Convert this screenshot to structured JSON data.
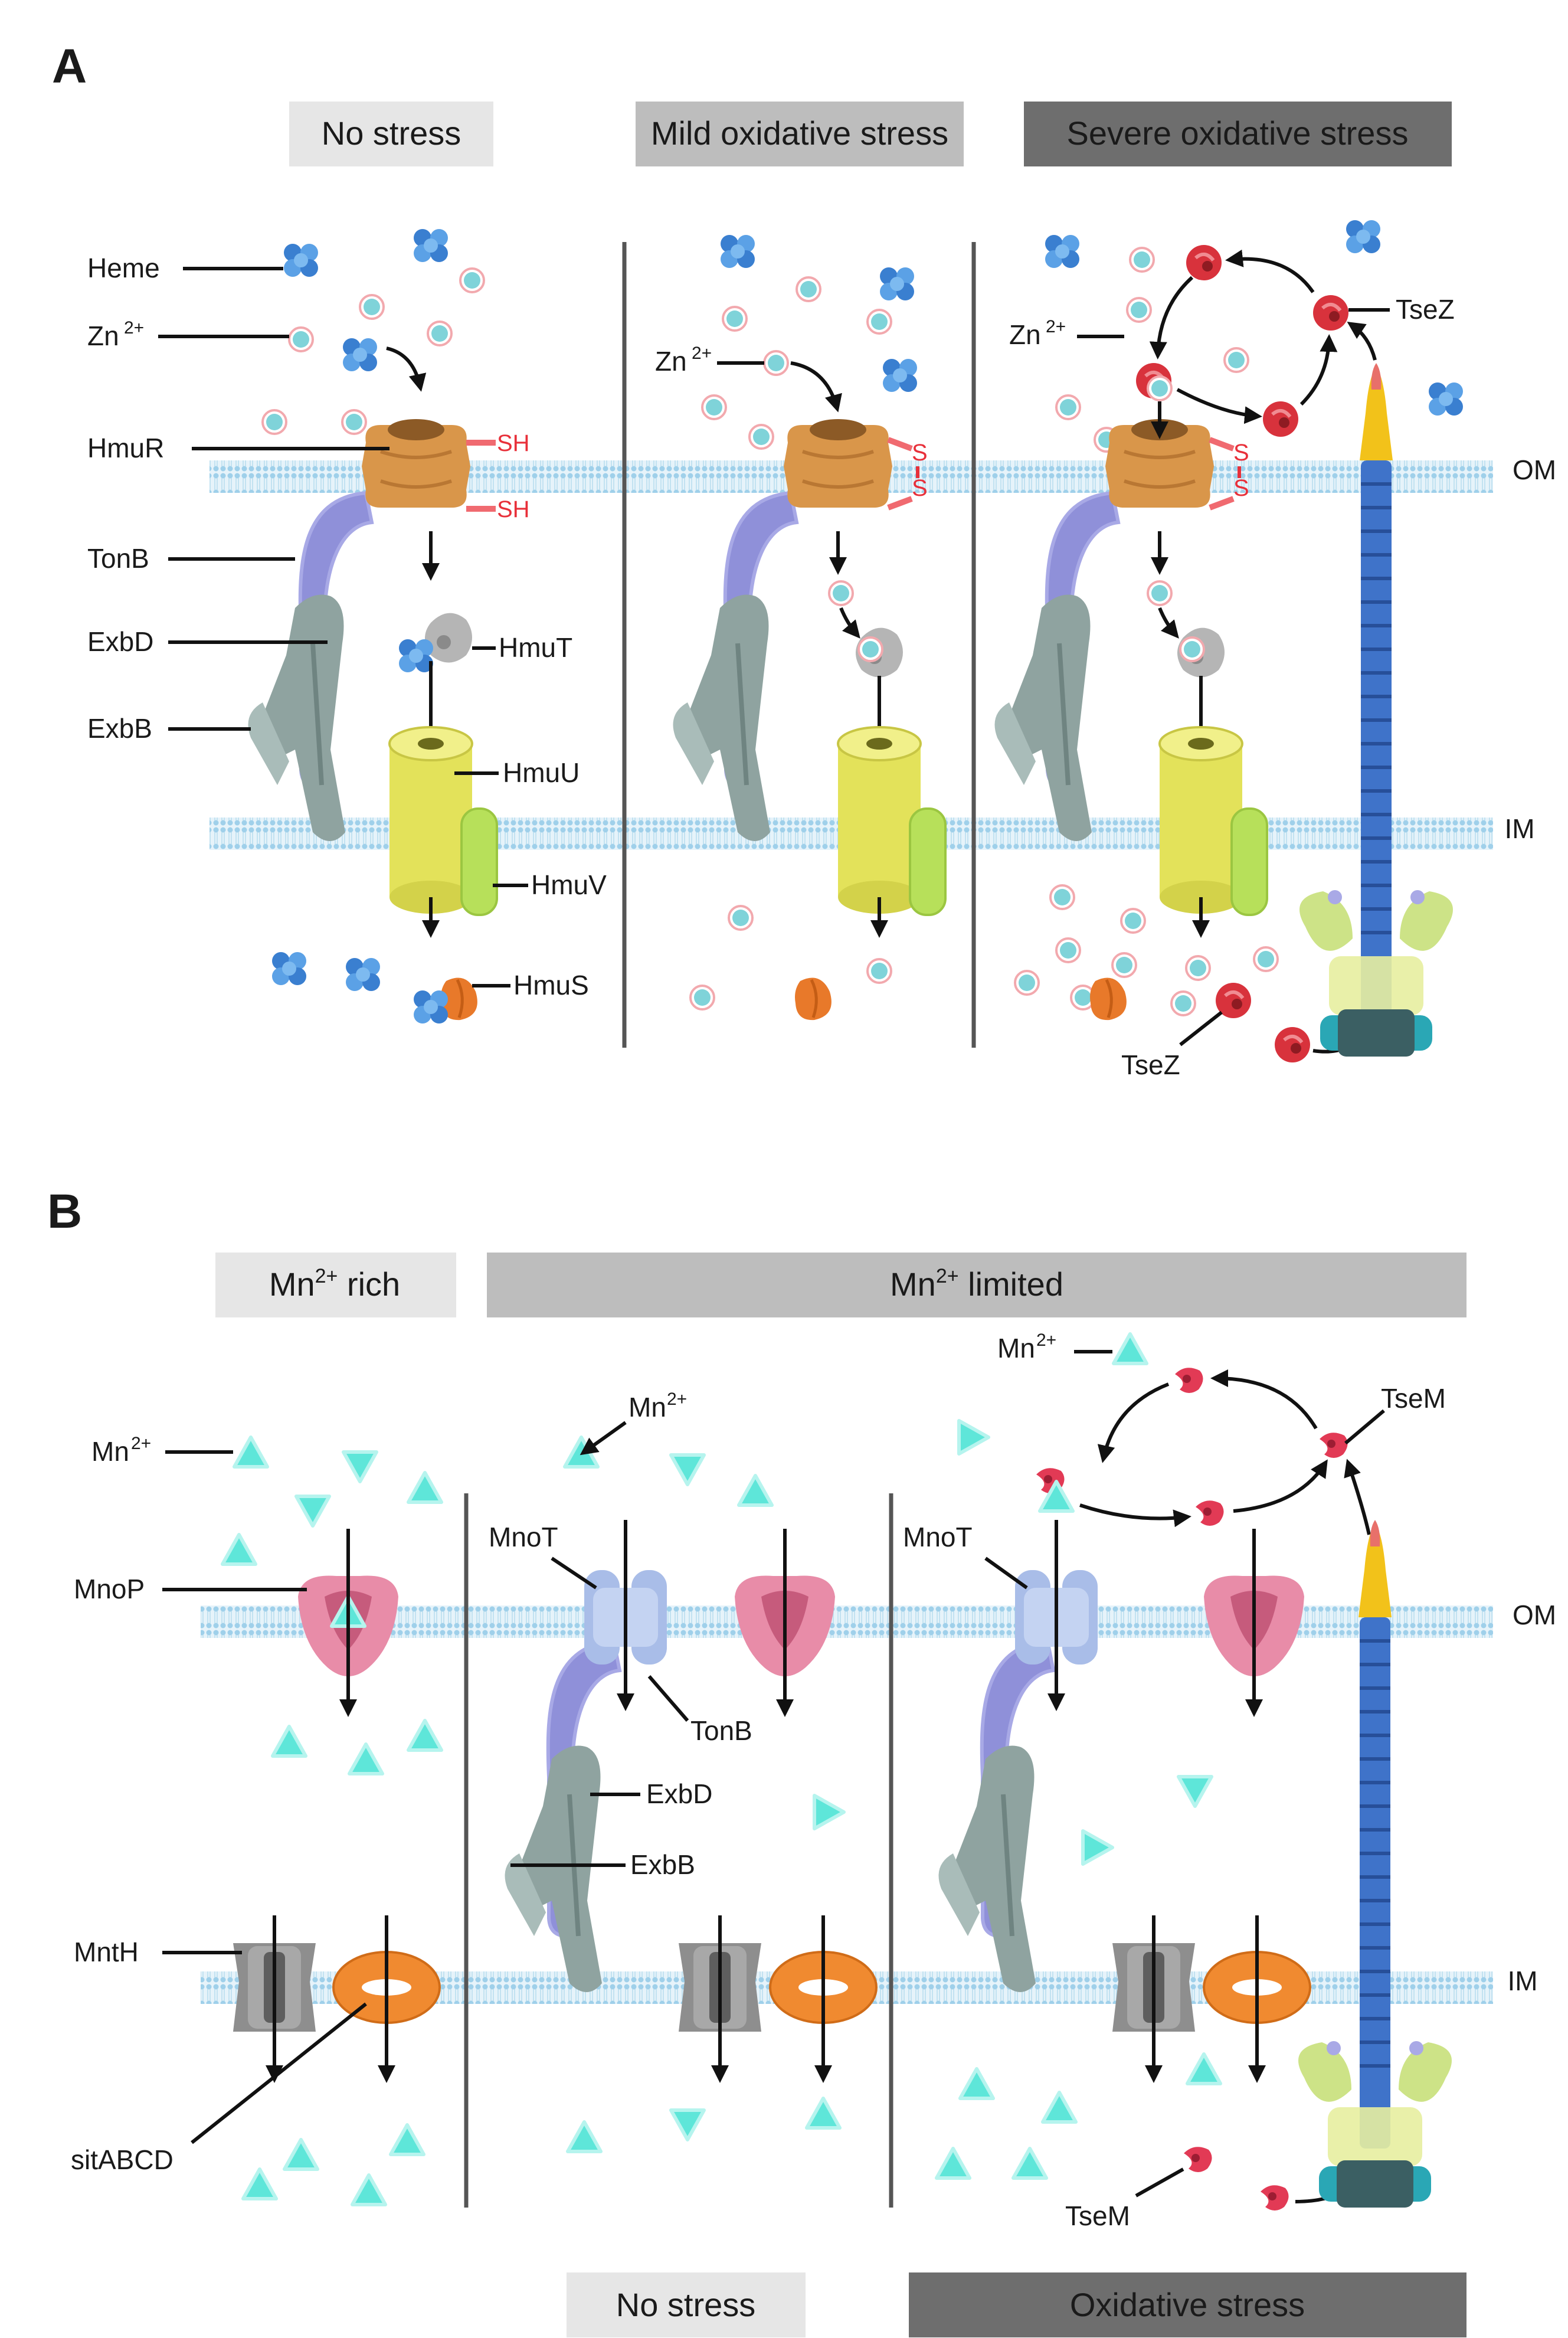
{
  "panel_a": {
    "letter": "A",
    "headers": {
      "no_stress": "No stress",
      "mild": "Mild oxidative stress",
      "severe": "Severe oxidative stress"
    },
    "labels": {
      "heme": "Heme",
      "zn_base": "Zn",
      "zn_sup": "2+",
      "hmur": "HmuR",
      "tonb": "TonB",
      "exbd": "ExbD",
      "exbb": "ExbB",
      "hmut": "HmuT",
      "hmuu": "HmuU",
      "hmuv": "HmuV",
      "hmus": "HmuS",
      "tsez": "TseZ",
      "om": "OM",
      "im": "IM",
      "sh": "SH",
      "s": "S"
    }
  },
  "panel_b": {
    "letter": "B",
    "headers": {
      "mn_rich": "Mn",
      "mn_rich_sup": "2+",
      "mn_rich_tail": " rich",
      "mn_limited": "Mn",
      "mn_limited_sup": "2+",
      "mn_limited_tail": " limited",
      "no_stress": "No stress",
      "oxidative": "Oxidative stress"
    },
    "labels": {
      "mn_base": "Mn",
      "mn_sup": "2+",
      "mnop": "MnoP",
      "mnot": "MnoT",
      "tonb": "TonB",
      "exbd": "ExbD",
      "exbb": "ExbB",
      "mnth": "MntH",
      "sitabcd": "sitABCD",
      "tsem": "TseM",
      "om": "OM",
      "im": "IM"
    }
  },
  "colors": {
    "membrane": "#bfe1f2",
    "heme": "#4a90d9",
    "zinc": "#7fd3d9",
    "zinc_ring": "#f2a9ae",
    "hmur": "#d9964a",
    "tonb": "#8f90d9",
    "exb": "#8fa3a0",
    "hmut": "#b5b5b5",
    "hmuu": "#e3e25a",
    "hmuv": "#b7e05a",
    "hmus": "#e8792a",
    "tse": "#d8323c",
    "t6ss": "#3f73c9",
    "mn": "#5ee6d9",
    "mnop": "#e88ca8",
    "mnot": "#a9bde8",
    "mnth": "#8e8e8e",
    "sit": "#f08a30"
  }
}
